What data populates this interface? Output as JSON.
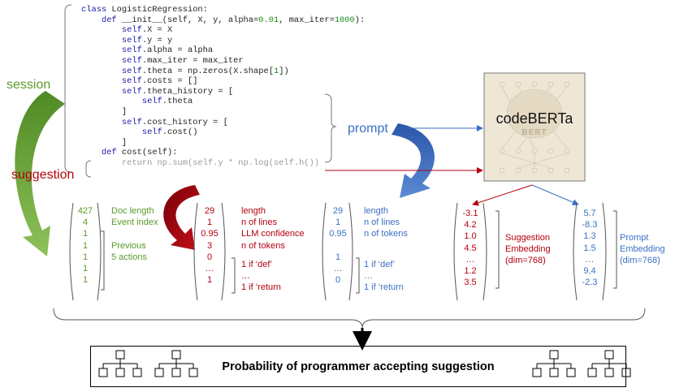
{
  "code_lines": [
    {
      "segs": [
        {
          "c": "kw",
          "t": "class "
        },
        {
          "c": "",
          "t": "LogisticRegression:"
        }
      ]
    },
    {
      "segs": [
        {
          "c": "",
          "t": "    "
        },
        {
          "c": "kw",
          "t": "def "
        },
        {
          "c": "",
          "t": "__init__(self, X, y, alpha="
        },
        {
          "c": "num",
          "t": "0.01"
        },
        {
          "c": "",
          "t": ", max_iter="
        },
        {
          "c": "num",
          "t": "1000"
        },
        {
          "c": "",
          "t": "):"
        }
      ]
    },
    {
      "segs": [
        {
          "c": "",
          "t": "        "
        },
        {
          "c": "sf",
          "t": "self"
        },
        {
          "c": "",
          "t": ".X = X"
        }
      ]
    },
    {
      "segs": [
        {
          "c": "",
          "t": "        "
        },
        {
          "c": "sf",
          "t": "self"
        },
        {
          "c": "",
          "t": ".y = y"
        }
      ]
    },
    {
      "segs": [
        {
          "c": "",
          "t": "        "
        },
        {
          "c": "sf",
          "t": "self"
        },
        {
          "c": "",
          "t": ".alpha = alpha"
        }
      ]
    },
    {
      "segs": [
        {
          "c": "",
          "t": "        "
        },
        {
          "c": "sf",
          "t": "self"
        },
        {
          "c": "",
          "t": ".max_iter = max_iter"
        }
      ]
    },
    {
      "segs": [
        {
          "c": "",
          "t": "        "
        },
        {
          "c": "sf",
          "t": "self"
        },
        {
          "c": "",
          "t": ".theta = np.zeros(X.shape["
        },
        {
          "c": "num",
          "t": "1"
        },
        {
          "c": "",
          "t": "])"
        }
      ]
    },
    {
      "segs": [
        {
          "c": "",
          "t": "        "
        },
        {
          "c": "sf",
          "t": "self"
        },
        {
          "c": "",
          "t": ".costs = []"
        }
      ]
    },
    {
      "segs": [
        {
          "c": "",
          "t": "        "
        },
        {
          "c": "sf",
          "t": "self"
        },
        {
          "c": "",
          "t": ".theta_history = ["
        }
      ]
    },
    {
      "segs": [
        {
          "c": "",
          "t": "            "
        },
        {
          "c": "sf",
          "t": "self"
        },
        {
          "c": "",
          "t": ".theta"
        }
      ]
    },
    {
      "segs": [
        {
          "c": "",
          "t": "        ]"
        }
      ]
    },
    {
      "segs": [
        {
          "c": "",
          "t": "        "
        },
        {
          "c": "sf",
          "t": "self"
        },
        {
          "c": "",
          "t": ".cost_history = ["
        }
      ]
    },
    {
      "segs": [
        {
          "c": "",
          "t": "            "
        },
        {
          "c": "sf",
          "t": "self"
        },
        {
          "c": "",
          "t": ".cost()"
        }
      ]
    },
    {
      "segs": [
        {
          "c": "",
          "t": "        ]"
        }
      ]
    },
    {
      "segs": [
        {
          "c": "",
          "t": "    "
        },
        {
          "c": "kw",
          "t": "def "
        },
        {
          "c": "",
          "t": "cost(self):"
        }
      ]
    },
    {
      "segs": [
        {
          "c": "gray",
          "t": "        return np.sum(self.y * np.log(self.h())"
        }
      ]
    }
  ],
  "labels": {
    "session": "session",
    "suggestion": "suggestion",
    "prompt": "prompt",
    "model_name": "codeBERTa",
    "model_watermark": "BERT",
    "probability": "Probability of programmer accepting suggestion"
  },
  "vectors": {
    "session_values": [
      "427",
      "4",
      "1",
      "1",
      "1",
      "1",
      "1"
    ],
    "session_desc": [
      "Doc length",
      "Event index"
    ],
    "session_prev": [
      "Previous",
      "5 actions"
    ],
    "suggestion_values": [
      "29",
      "1",
      "0.95",
      "3",
      "0",
      "…",
      "1"
    ],
    "suggestion_desc": [
      "length",
      "n of lines",
      "LLM confidence",
      "n of tokens"
    ],
    "suggestion_bin": [
      "1 if ‘def’",
      "…",
      "1 if ‘return"
    ],
    "prompt_values": [
      "29",
      "1",
      "0.95",
      "",
      "1",
      "…",
      "0"
    ],
    "prompt_desc": [
      "length",
      "n of lines",
      "n of tokens"
    ],
    "prompt_bin": [
      "1 if ‘def’",
      "…",
      "1 if ‘return"
    ],
    "sugg_emb_values": [
      "-3.1",
      "4.2",
      "1.0",
      "4.5",
      "…",
      "1.2",
      "3.5"
    ],
    "sugg_emb_desc": [
      "Suggestion",
      "Embedding",
      "(dim=768)"
    ],
    "prompt_emb_values": [
      "5.7",
      "-8.3",
      "1.3",
      "1.5",
      "…",
      "9,4",
      "-2.3"
    ],
    "prompt_emb_desc": [
      "Prompt",
      "Embedding",
      "(dim=768)"
    ]
  },
  "colors": {
    "green": "#5a9a2a",
    "red": "#b3000e",
    "blue": "#3b6fc4"
  }
}
